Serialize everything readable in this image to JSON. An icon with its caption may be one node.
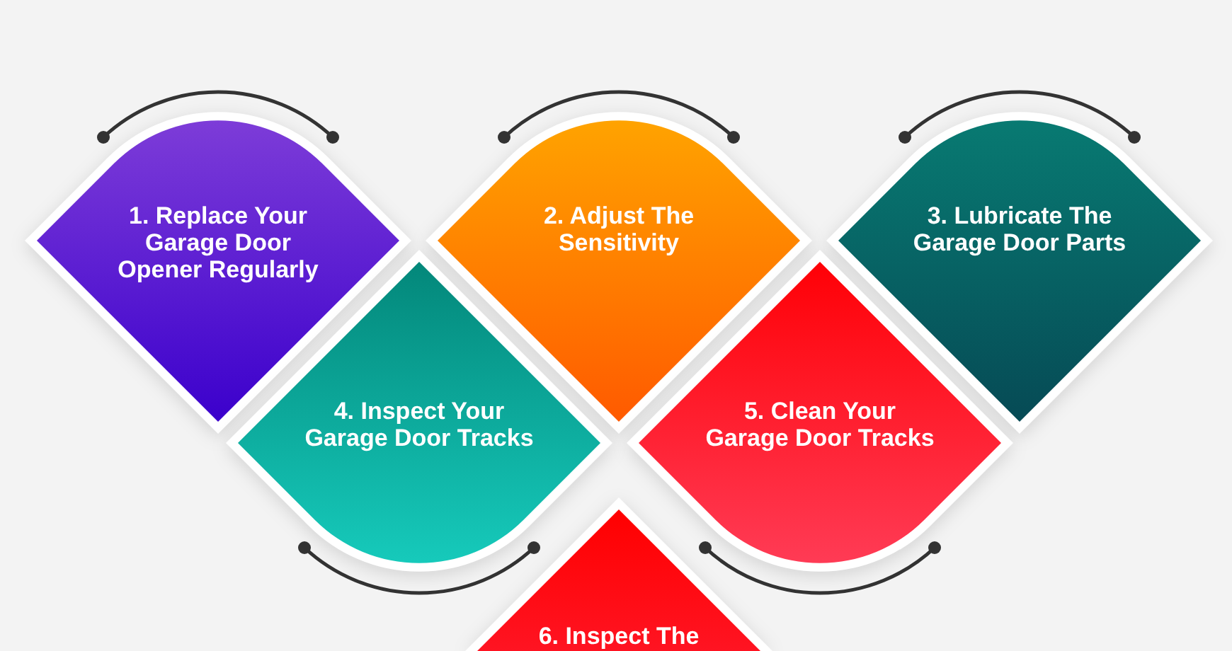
{
  "diagram": {
    "nodes": [
      {
        "text": [
          "1. Replace Your Garage Door Opener Regularly"
        ]
      },
      {
        "text": [
          "2. Adjust The Sensitivity"
        ]
      },
      {
        "text": [
          "3. Lubricate The Garage Door Parts"
        ]
      },
      {
        "text": [
          "4. Inspect Your Garage Door Tracks"
        ]
      },
      {
        "text": [
          "5. Clean Your Garage Door Tracks"
        ]
      },
      {
        "text": [
          "6. Inspect The"
        ]
      }
    ]
  }
}
